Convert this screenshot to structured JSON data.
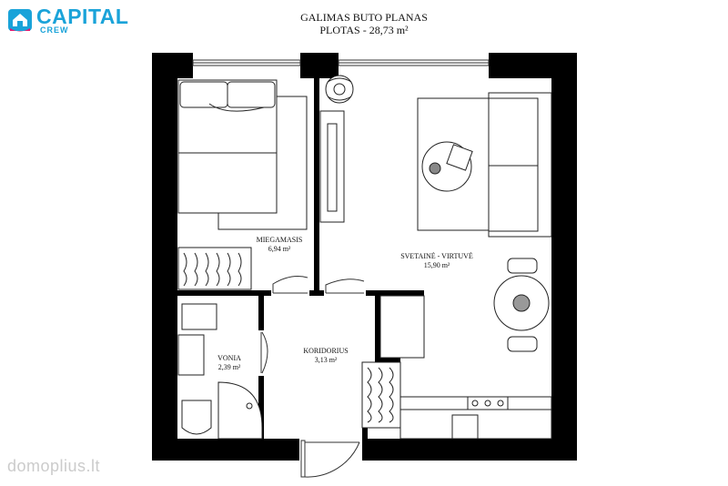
{
  "brand": {
    "name": "CAPITAL",
    "sub": "CREW",
    "color": "#1aa3d9",
    "accent": "#e6196f"
  },
  "header": {
    "title": "GALIMAS BUTO PLANAS",
    "subtitle": "PLOTAS - 28,73 m²"
  },
  "rooms": {
    "bedroom": {
      "name": "MIEGAMASIS",
      "area": "6,94 m²"
    },
    "living": {
      "name": "SVETAINĖ - VIRTUVĖ",
      "area": "15,90 m²"
    },
    "bath": {
      "name": "VONIA",
      "area": "2,39 m²"
    },
    "corridor": {
      "name": "KORIDORIUS",
      "area": "3,13 m²"
    }
  },
  "watermark": "domoplius.lt"
}
